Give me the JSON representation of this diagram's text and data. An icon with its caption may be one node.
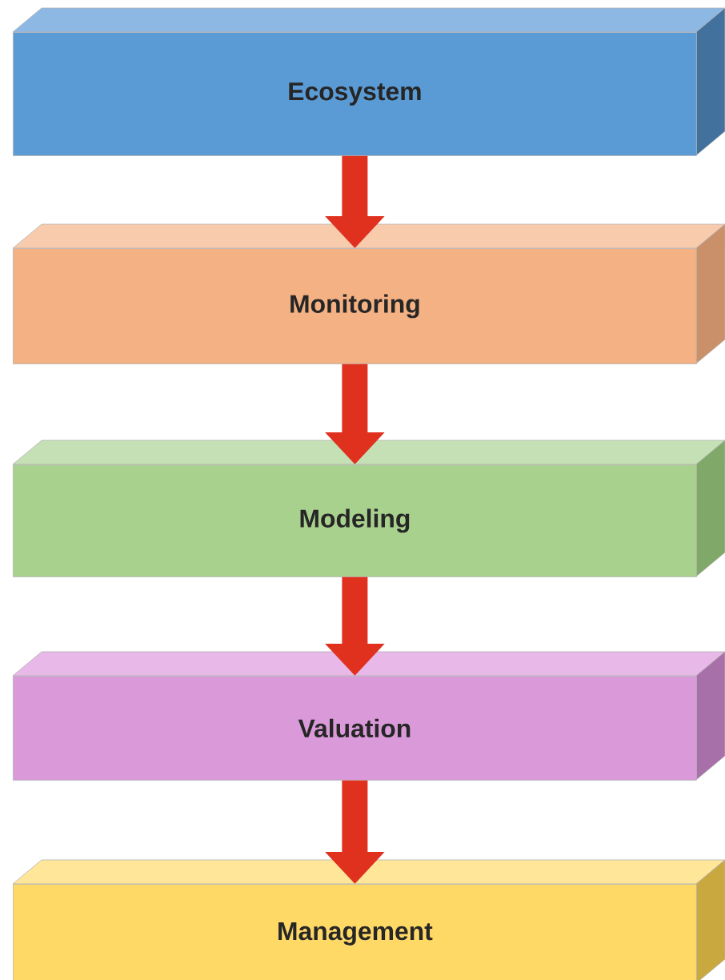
{
  "diagram": {
    "nodes": [
      {
        "text": [
          "Ecosystem"
        ]
      },
      {
        "text": [
          "Monitoring"
        ]
      },
      {
        "text": [
          "Modeling"
        ]
      },
      {
        "text": [
          "Valuation"
        ]
      },
      {
        "text": [
          "Management"
        ]
      }
    ],
    "edges": [
      {
        "from": 0,
        "to": 1,
        "arrow": "to"
      },
      {
        "from": 1,
        "to": 2,
        "arrow": "to"
      },
      {
        "from": 2,
        "to": 3,
        "arrow": "to"
      },
      {
        "from": 3,
        "to": 4,
        "arrow": "to"
      }
    ]
  }
}
